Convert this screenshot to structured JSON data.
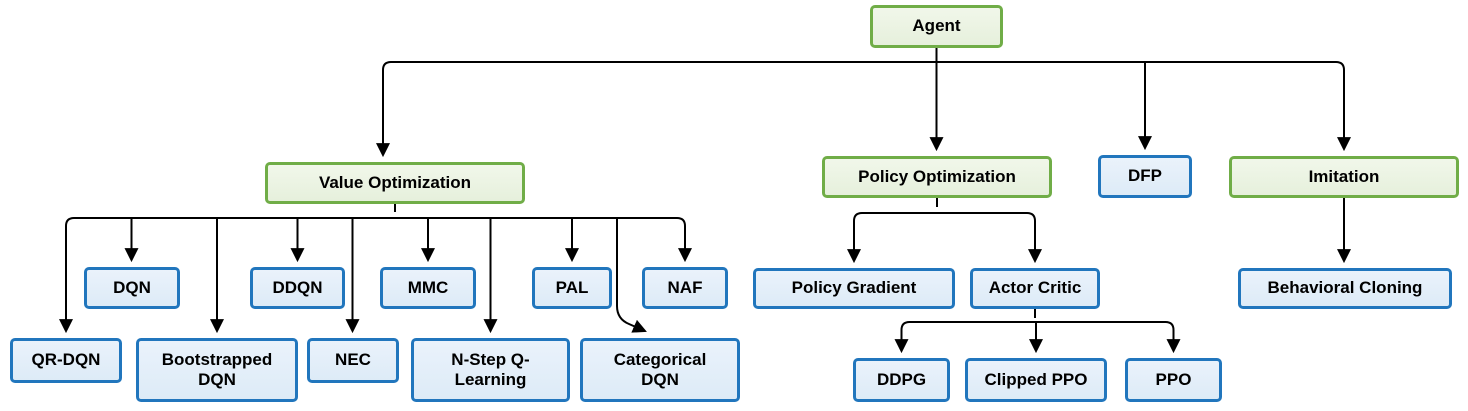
{
  "colors": {
    "green_border": "#70AD47",
    "green_fill": "#E6F0DC",
    "blue_border": "#2176BD",
    "blue_fill": "#DDEBF7",
    "connector": "#000000",
    "text": "#000000"
  },
  "nodes": {
    "agent": {
      "label": "Agent",
      "style": "green"
    },
    "value_optimization": {
      "label": "Value Optimization",
      "style": "green"
    },
    "policy_optimization": {
      "label": "Policy Optimization",
      "style": "green"
    },
    "dfp": {
      "label": "DFP",
      "style": "blue"
    },
    "imitation": {
      "label": "Imitation",
      "style": "green"
    },
    "dqn": {
      "label": "DQN",
      "style": "blue"
    },
    "ddqn": {
      "label": "DDQN",
      "style": "blue"
    },
    "mmc": {
      "label": "MMC",
      "style": "blue"
    },
    "pal": {
      "label": "PAL",
      "style": "blue"
    },
    "naf": {
      "label": "NAF",
      "style": "blue"
    },
    "qr_dqn": {
      "label": "QR-DQN",
      "style": "blue"
    },
    "bootstrapped_dqn": {
      "label": "Bootstrapped DQN",
      "style": "blue"
    },
    "nec": {
      "label": "NEC",
      "style": "blue"
    },
    "n_step_q_learning": {
      "label": "N-Step Q-Learning",
      "style": "blue"
    },
    "categorical_dqn": {
      "label": "Categorical DQN",
      "style": "blue"
    },
    "policy_gradient": {
      "label": "Policy Gradient",
      "style": "blue"
    },
    "actor_critic": {
      "label": "Actor Critic",
      "style": "blue"
    },
    "behavioral_cloning": {
      "label": "Behavioral Cloning",
      "style": "blue"
    },
    "ddpg": {
      "label": "DDPG",
      "style": "blue"
    },
    "clipped_ppo": {
      "label": "Clipped PPO",
      "style": "blue"
    },
    "ppo": {
      "label": "PPO",
      "style": "blue"
    }
  },
  "hierarchy": {
    "Agent": [
      "Value Optimization",
      "Policy Optimization",
      "DFP",
      "Imitation"
    ],
    "Value Optimization": [
      "DQN",
      "DDQN",
      "MMC",
      "PAL",
      "NAF",
      "QR-DQN",
      "Bootstrapped DQN",
      "NEC",
      "N-Step Q-Learning",
      "Categorical DQN"
    ],
    "Policy Optimization": [
      "Policy Gradient",
      "Actor Critic"
    ],
    "Actor Critic": [
      "DDPG",
      "Clipped PPO",
      "PPO"
    ],
    "Imitation": [
      "Behavioral Cloning"
    ]
  }
}
